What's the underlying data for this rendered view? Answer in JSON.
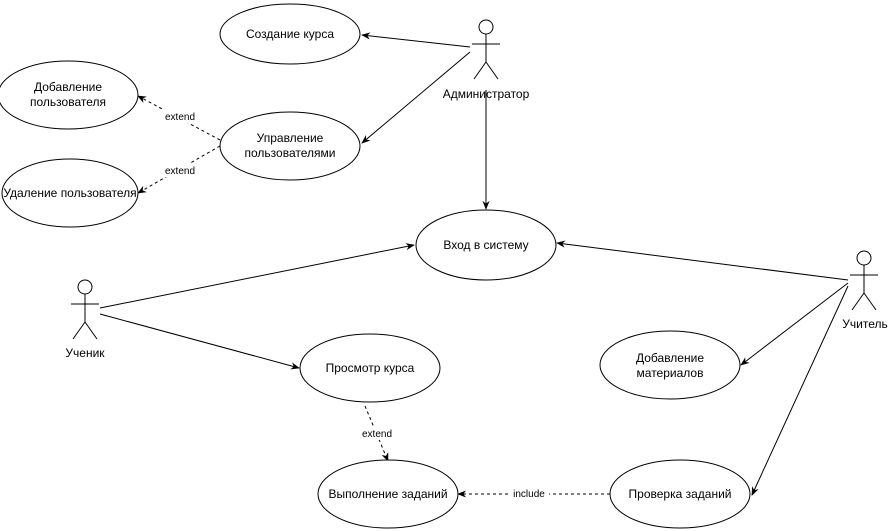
{
  "diagram": {
    "type": "use-case",
    "actors": {
      "admin": "Администратор",
      "student": "Ученик",
      "teacher": "Учитель"
    },
    "use_cases": {
      "create_course": "Создание курса",
      "add_user": [
        "Добавление",
        "пользователя"
      ],
      "manage_users": [
        "Управление",
        "пользователями"
      ],
      "delete_user": "Удаление пользователя",
      "login": "Вход в систему",
      "view_course": "Просмотр курса",
      "add_materials": [
        "Добавление",
        "материалов"
      ],
      "do_tasks": "Выполнение заданий",
      "check_tasks": "Проверка заданий"
    },
    "relations": {
      "extend_add": "extend",
      "extend_delete": "extend",
      "extend_tasks": "extend",
      "include_check": "include"
    }
  }
}
